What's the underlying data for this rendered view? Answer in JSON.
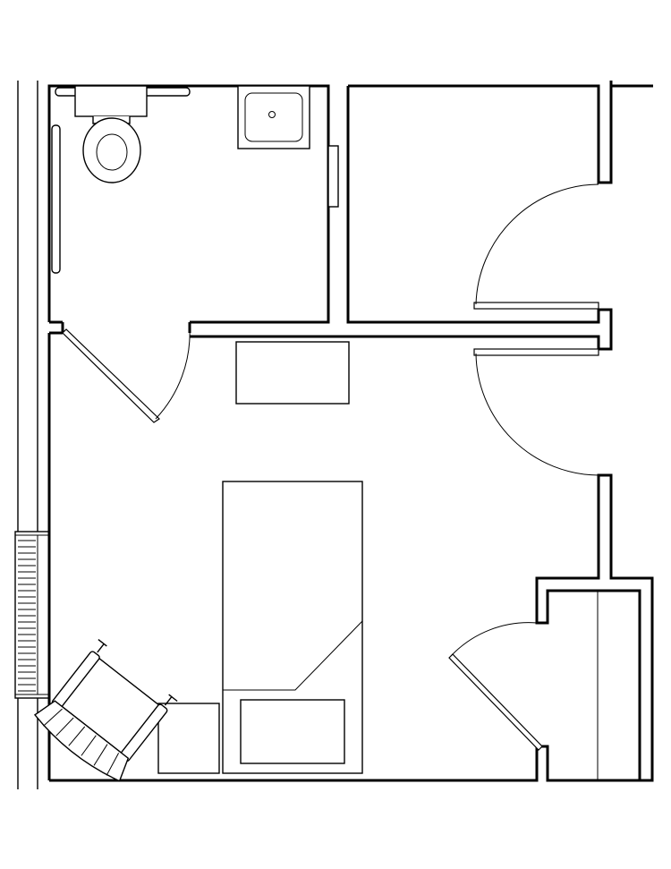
{
  "diagram": {
    "rooms": [
      "bathroom",
      "closet",
      "bedroom",
      "wardrobe"
    ],
    "fixtures": [
      "toilet",
      "sink",
      "grab-bars",
      "bed",
      "nightstand",
      "armchair",
      "dresser",
      "window"
    ],
    "line_color": "#000000",
    "background": "#ffffff"
  }
}
